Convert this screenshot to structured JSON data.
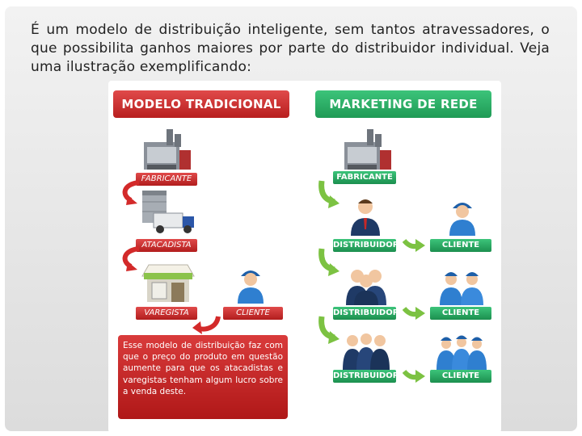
{
  "intro_text": "É um modelo de distribuição inteligente, sem tantos atravessadores, o que possibilita ganhos maiores por parte do distribuidor individual. Veja uma ilustração exemplificando:",
  "left": {
    "title": "MODELO TRADICIONAL",
    "fabricante": "FABRICANTE",
    "atacadista": "ATACADISTA",
    "varegista": "VAREGISTA",
    "cliente": "CLIENTE",
    "note": "Esse modelo de distribuição faz com que o preço do produto em questão aumente para que os atacadistas e varegistas tenham algum lucro sobre a venda deste."
  },
  "right": {
    "title": "MARKETING DE REDE",
    "fabricante": "FABRICANTE",
    "distribuidor": "DISTRIBUIDOR",
    "cliente": "CLIENTE"
  },
  "colors": {
    "red": "#c62828",
    "green": "#22a35a",
    "arrow_green": "#7cc242",
    "person_blue": "#2f7fd0",
    "suit": "#1f3a66"
  }
}
